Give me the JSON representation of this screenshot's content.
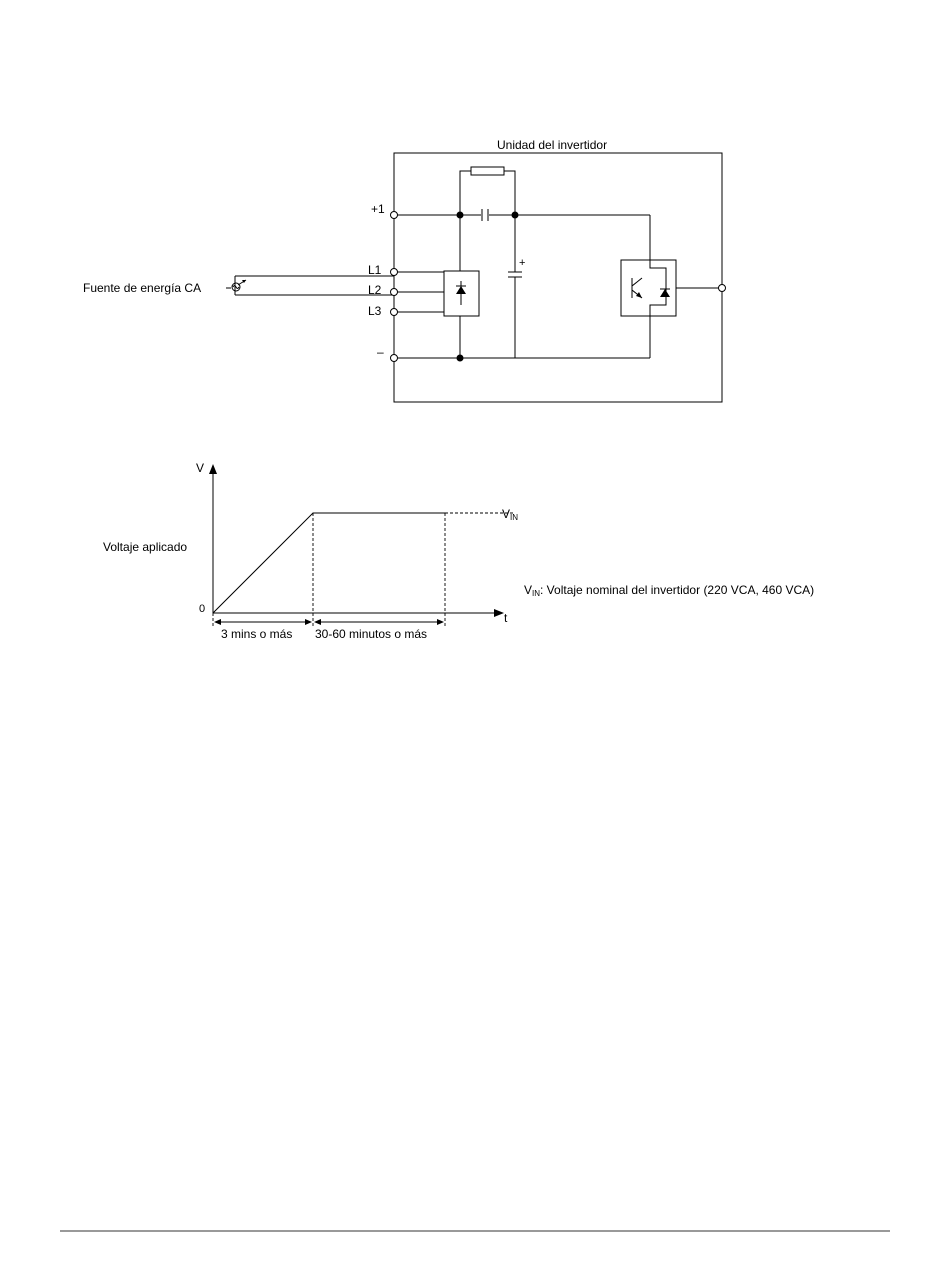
{
  "circuit": {
    "unit_label": "Unidad del invertidor",
    "source_label": "Fuente de energía CA",
    "terminals": {
      "plus1": "+1",
      "l1": "L1",
      "l2": "L2",
      "l3": "L3",
      "minus": "–"
    },
    "cap_polarity": "+"
  },
  "graph": {
    "y_axis_label": "V",
    "x_axis_label": "t",
    "origin_label": "0",
    "applied_voltage_label": "Voltaje aplicado",
    "vin_symbol": "V",
    "vin_subscript": "IN",
    "vin_note_symbol": "V",
    "vin_note_subscript": "IN",
    "vin_note_text": ": Voltaje nominal del invertidor (220 VCA, 460 VCA)",
    "ramp_duration_label": "3 mins o más",
    "hold_duration_label": "30-60 minutos o más"
  }
}
